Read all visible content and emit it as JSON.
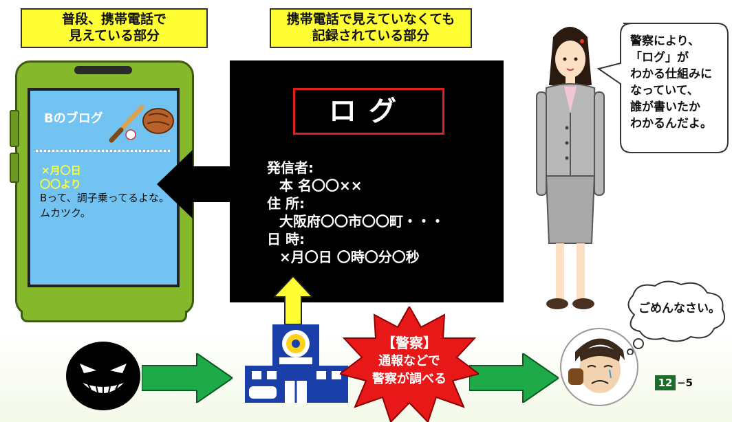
{
  "labels": {
    "usual_line1": "普段、携帯電話で",
    "usual_line2": "見えている部分",
    "hidden_line1": "携帯電話で見えていなくても",
    "hidden_line2": "記録されている部分"
  },
  "phone": {
    "blog_title": "Bのブログ",
    "post_date": "×月〇日",
    "post_author": "〇〇より",
    "post_line1": "Bって、調子乗ってるよな。",
    "post_line2": "ムカツク。"
  },
  "log": {
    "title": "ログ",
    "sender_label": "発信者:",
    "name_line": "本 名〇〇××",
    "address_label": "住 所:",
    "address_line": "大阪府〇〇市〇〇町・・・",
    "datetime_label": "日 時:",
    "datetime_line": "×月〇日 〇時〇分〇秒"
  },
  "woman_speech": [
    "警察により、",
    "「ログ」が",
    "わかる仕組みに",
    "なっていて、",
    "誰が書いたか",
    "わかるんだよ。"
  ],
  "police_burst": {
    "title": "【警察】",
    "line1": "通報などで",
    "line2": "警察が調べる"
  },
  "boy_speech": "ごめんなさい。",
  "page": {
    "badge": "12",
    "suffix": "−5"
  },
  "colors": {
    "label_yellow": "#ffff33",
    "phone_green": "#86b82c",
    "screen_blue": "#72c3f1",
    "arrow_green": "#1faa4a",
    "burst_red": "#e81818",
    "log_border_red": "#e02020"
  }
}
